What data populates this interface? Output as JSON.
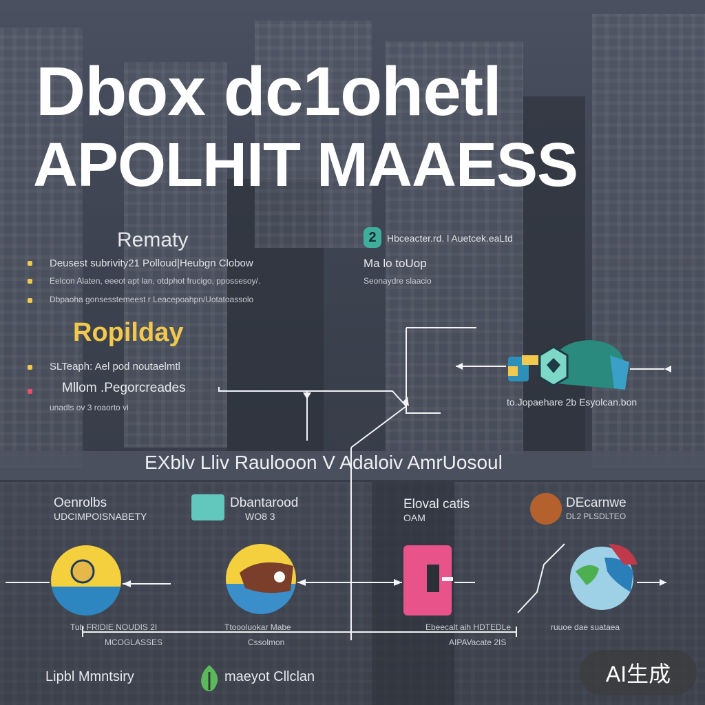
{
  "title": {
    "line1": "Dboх dc1ohetl",
    "line2": "APOLHIT MAAESS"
  },
  "top_left": {
    "heading": "Rematy",
    "items": [
      "Deusest subrivity21 Polloud|Heubgn Clobow",
      "Eelcon Alaten, eeeot apt lan, otdphot frucigo, ppossesoy/.",
      "Dbpaoha gonsesstemeest r Leacepoahpn/Uotatoassolo"
    ]
  },
  "top_right": {
    "line1": "Hbceacter.rd. l Auetcek.eaLtd",
    "line2": "Ma lo toUop",
    "line3": "Seonaydre slaacio"
  },
  "middle_left": {
    "heading": "Ropilday",
    "items": [
      "SLTeaph: Ael pod noutaelmtl",
      "Mllom .Pegorcreades"
    ],
    "sub": "unadls ov 3 roaorto vi"
  },
  "middle_right": {
    "caption": "to.Jopaehare  2b  Esyolcan.bon"
  },
  "band": {
    "text": "EXblv Lliv Raulooon  V Adaloiv AmrUosoul"
  },
  "bottom": {
    "col1": {
      "title": "Oenrolbs",
      "subtitle": "UDCIMPOISNABETY",
      "caption": "Tub FRIDIE NOUDIS 2I",
      "caption2": "MCOGLASSES"
    },
    "col2": {
      "title": "Dbantarood",
      "subtitle": "WO8 3",
      "caption": "Ttoooluokar Mabe",
      "caption2": "Cssolmon"
    },
    "col3": {
      "title": "Eloval catis",
      "subtitle": "OAM",
      "caption": "Ebeecalt aih HDTEDLe",
      "caption2": "AIPAVacate 2IS"
    },
    "col4": {
      "title": "DEcarnwe",
      "subtitle": "DL2 PLSDLTEO",
      "caption": "ruuoe dae suataea",
      "caption2": ""
    }
  },
  "footer": {
    "left": "Lipbl Mmntsiry",
    "center": "maeyot Cllclan"
  },
  "watermark": "AI生成",
  "colors": {
    "accent_yellow": "#f2c94c",
    "bullet_red": "#e94e6a",
    "teal": "#3fae9c",
    "pink": "#e8538a"
  }
}
